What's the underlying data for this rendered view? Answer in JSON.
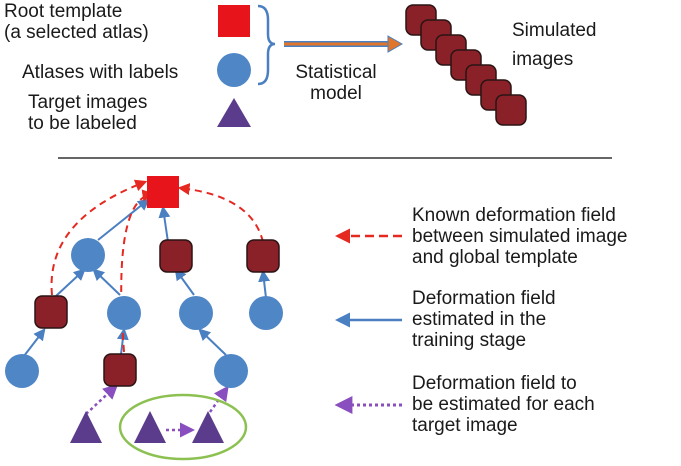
{
  "legend": {
    "root_template": [
      "Root template",
      "(a selected atlas)"
    ],
    "atlases": "Atlases with labels",
    "targets": [
      "Target images",
      "to be labeled"
    ],
    "statistical_model": [
      "Statistical",
      "model"
    ],
    "simulated_images": [
      "Simulated",
      "images"
    ]
  },
  "key": {
    "known_field": [
      "Known deformation field",
      "between simulated image",
      "and global template"
    ],
    "estimated_field": [
      "Deformation field",
      "estimated in the",
      "training stage"
    ],
    "to_estimate_field": [
      "Deformation field to",
      "be estimated for each",
      "target image"
    ]
  },
  "colors": {
    "root_red": "#e8141b",
    "atlas_blue": "#4f86c6",
    "simulated_brown": "#8b2128",
    "target_purple": "#5a3b8c",
    "dashed_red": "#e52820",
    "solid_blue": "#4a7fc1",
    "dotted_purple": "#8a4fbf",
    "ellipse_green": "#8cc152",
    "orange_arrow": "#e0762b"
  }
}
